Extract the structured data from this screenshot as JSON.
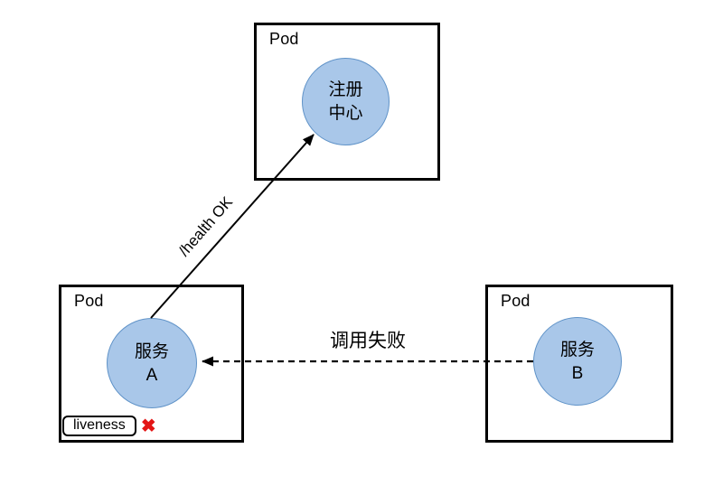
{
  "pods": {
    "registry": {
      "label": "Pod",
      "node": {
        "line1": "注册",
        "line2": "中心"
      }
    },
    "service_a": {
      "label": "Pod",
      "node": {
        "line1": "服务",
        "line2": "A"
      },
      "probe": {
        "label": "liveness",
        "status_icon": "✖"
      }
    },
    "service_b": {
      "label": "Pod",
      "node": {
        "line1": "服务",
        "line2": "B"
      }
    }
  },
  "edges": {
    "health": {
      "label": "/health OK",
      "style": "solid-arrow"
    },
    "call": {
      "label": "调用失败",
      "style": "dashed-arrow"
    }
  },
  "colors": {
    "node_fill": "#a9c7e9",
    "node_stroke": "#6093c8",
    "box_stroke": "#000000",
    "line_color": "#000000",
    "fail_red": "#e31515"
  }
}
